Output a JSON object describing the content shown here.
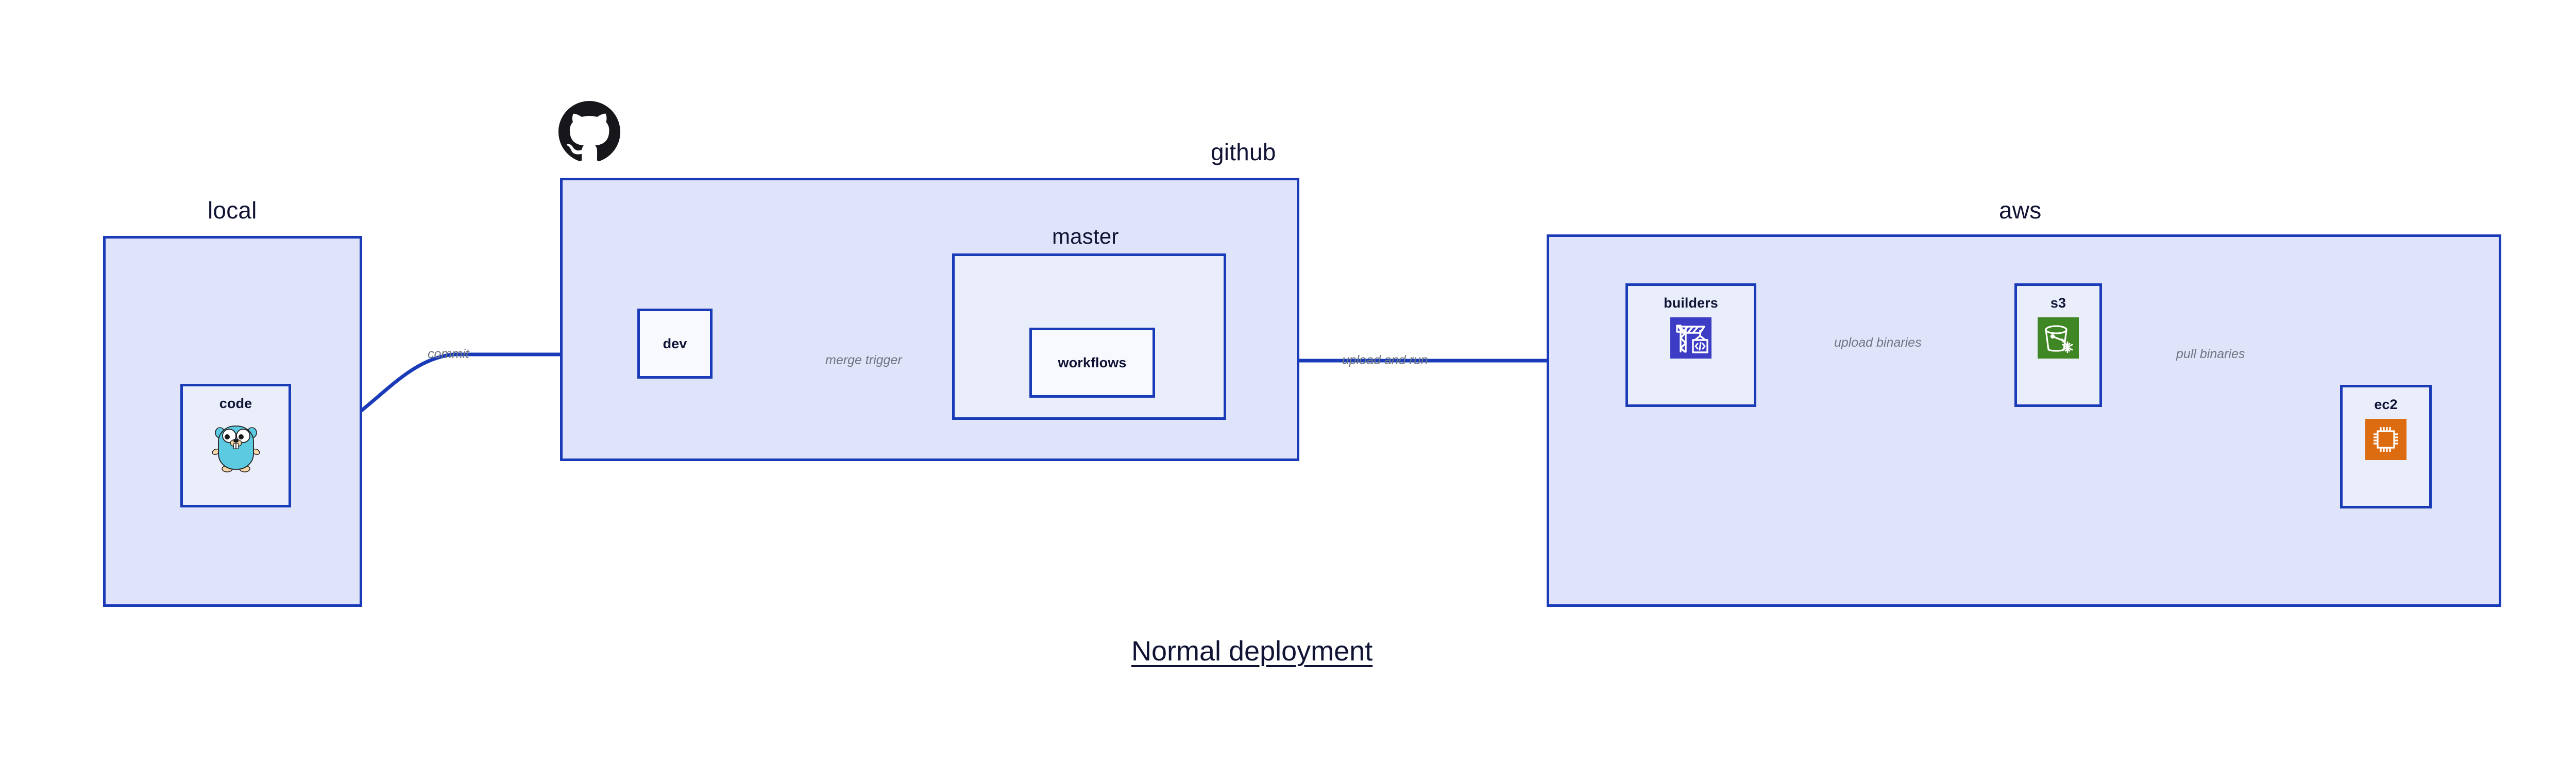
{
  "diagram": {
    "title": "Normal deployment",
    "colors": {
      "border": "#1a3bb8",
      "group_fill": "#e0e4fa",
      "node_fill": "#eaeefb",
      "plain_fill": "#f7f9fd",
      "label_text": "#101334",
      "edge_label_text": "#6f7581",
      "codebuild_blue": "#3c3cc4",
      "s3_green": "#3f8624",
      "ec2_orange": "#dd6b10",
      "gopher_cyan": "#5ccbe2",
      "gopher_tan": "#f6d5a8",
      "octocat_black": "#17171b"
    }
  },
  "groups": {
    "local": {
      "label": "local"
    },
    "github": {
      "label": "github"
    },
    "aws": {
      "label": "aws"
    }
  },
  "subgroups": {
    "master": {
      "label": "master"
    }
  },
  "nodes": {
    "code": {
      "label": "code",
      "icon": "go-gopher-icon"
    },
    "dev": {
      "label": "dev",
      "icon": "none"
    },
    "workflows": {
      "label": "workflows",
      "icon": "none"
    },
    "builders": {
      "label": "builders",
      "icon": "aws-codebuild-icon"
    },
    "s3": {
      "label": "s3",
      "icon": "aws-s3-bucket-icon"
    },
    "ec2": {
      "label": "ec2",
      "icon": "aws-ec2-chip-icon"
    }
  },
  "edges": [
    {
      "id": "commit",
      "label": "commit",
      "from": "code",
      "to": "dev"
    },
    {
      "id": "merge-trigger",
      "label": "merge trigger",
      "from": "dev",
      "to": "workflows"
    },
    {
      "id": "upload-and-run",
      "label": "upload and run",
      "from": "workflows",
      "to": "builders"
    },
    {
      "id": "upload-binaries",
      "label": "upload binaries",
      "from": "builders",
      "to": "s3"
    },
    {
      "id": "pull-binaries",
      "label": "pull binaries",
      "from": "s3",
      "to": "ec2"
    }
  ],
  "logos": {
    "github": {
      "name": "github-octocat-logo"
    }
  }
}
